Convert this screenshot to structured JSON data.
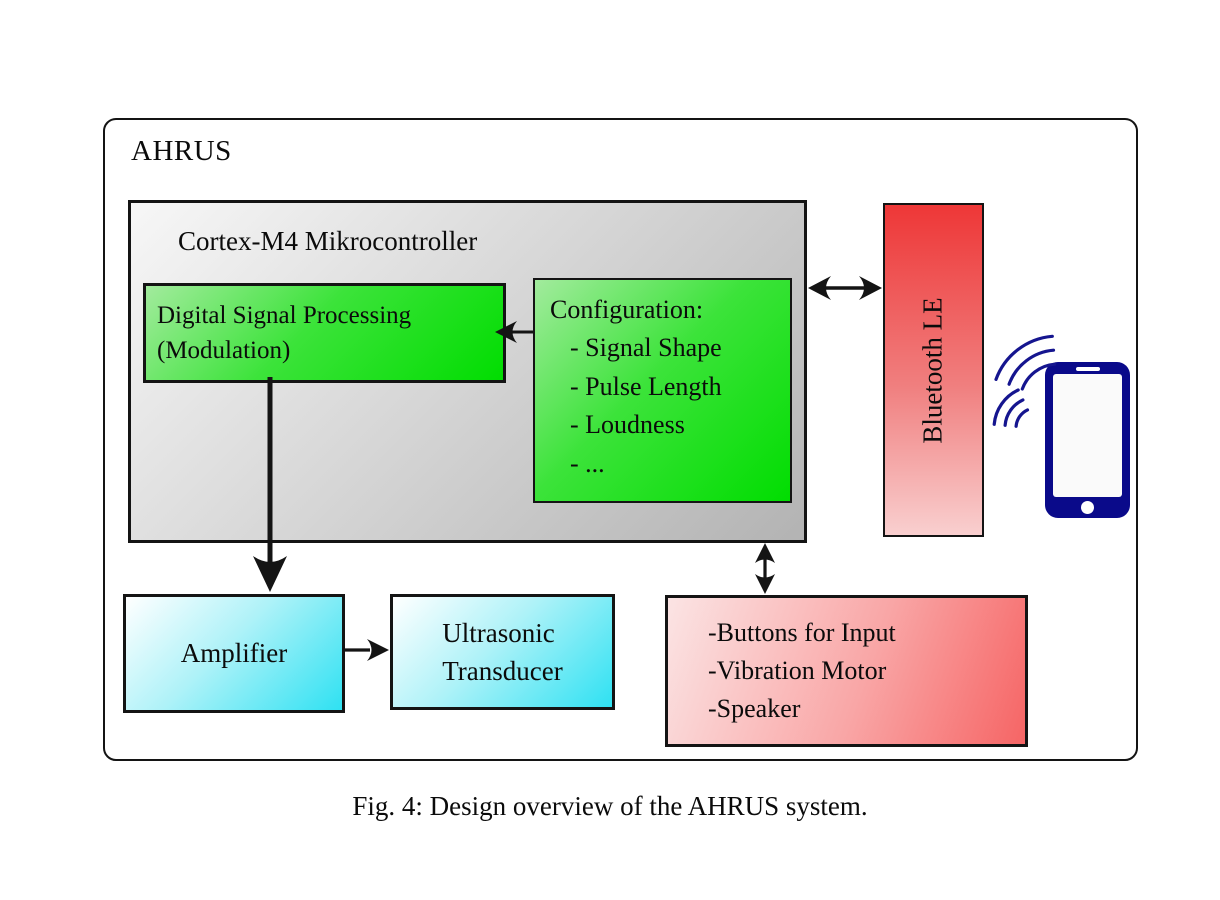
{
  "figure": {
    "system_label": "AHRUS",
    "caption": "Fig. 4: Design overview of the AHRUS system."
  },
  "blocks": {
    "mcu": {
      "title": "Cortex-M4 Mikrocontroller"
    },
    "dsp": {
      "line1": "Digital Signal Processing",
      "line2": "(Modulation)"
    },
    "config": {
      "title": "Configuration:",
      "items": [
        "- Signal Shape",
        "- Pulse Length",
        "- Loudness",
        "- ..."
      ]
    },
    "bluetooth": {
      "label": "Bluetooth LE"
    },
    "amplifier": {
      "label": "Amplifier"
    },
    "transducer": {
      "line1": "Ultrasonic",
      "line2": "Transducer"
    },
    "peripherals": {
      "items": [
        "-Buttons for Input",
        "-Vibration Motor",
        "-Speaker"
      ]
    }
  },
  "icons": {
    "smartphone": "smartphone-icon",
    "waves": "wireless-waves-icon"
  },
  "connections": [
    {
      "from": "config",
      "to": "dsp",
      "type": "single-arrow"
    },
    {
      "from": "dsp",
      "to": "amplifier",
      "type": "single-arrow-thick"
    },
    {
      "from": "amplifier",
      "to": "transducer",
      "type": "single-arrow"
    },
    {
      "from": "mcu",
      "to": "bluetooth",
      "type": "double-arrow"
    },
    {
      "from": "mcu",
      "to": "peripherals",
      "type": "double-arrow"
    }
  ],
  "colors": {
    "block_border": "#141414",
    "mcu_gradient": [
      "#f7f7f7",
      "#b3b3b3"
    ],
    "green_gradient": [
      "#a2eb9d",
      "#01dd01"
    ],
    "cyan_gradient": [
      "#ffffff",
      "#2fe1f2"
    ],
    "red_gradient": [
      "#ee3737",
      "#f9cfcf"
    ],
    "pink_gradient": [
      "#fbe4e4",
      "#f66565"
    ],
    "phone_navy": "#0a0a8a",
    "waves_navy": "#15158f"
  }
}
